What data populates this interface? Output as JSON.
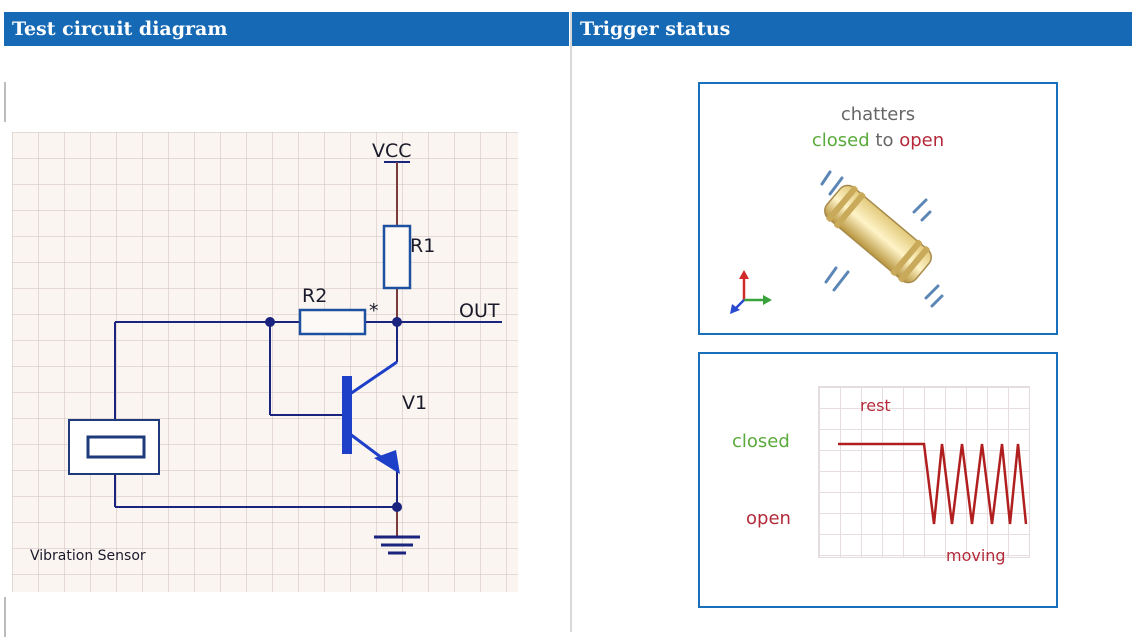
{
  "left_panel": {
    "title": "Test circuit diagram",
    "labels": {
      "vcc": "VCC",
      "r1": "R1",
      "r2": "R2",
      "star": "*",
      "out": "OUT",
      "v1": "V1",
      "sensor": "Vibration Sensor"
    }
  },
  "right_panel": {
    "title": "Trigger status",
    "top_box": {
      "line1": "chatters",
      "closed": "closed",
      "to": "to",
      "open": "open"
    },
    "bottom_box": {
      "rest": "rest",
      "closed": "closed",
      "open": "open",
      "moving": "moving"
    }
  },
  "colors": {
    "header_bg": "#1669b5",
    "wire": "#1a237e",
    "transistor": "#1e3fc8",
    "resistor": "#1e50a0",
    "green": "#5aaa3c",
    "red": "#b42a3a",
    "wave": "#b01e1e"
  }
}
